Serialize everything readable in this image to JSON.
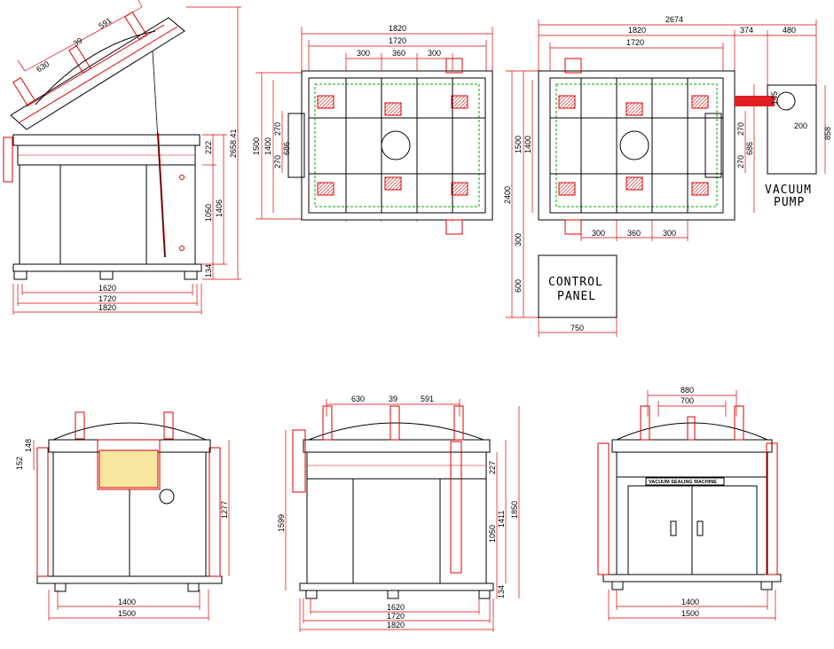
{
  "views": {
    "side": {
      "arc": [
        "630",
        "39",
        "591"
      ],
      "widths": [
        "1620",
        "1720",
        "1820"
      ],
      "heights": [
        "222",
        "1050",
        "1406",
        "2658.41",
        "134"
      ]
    },
    "top": {
      "widths": [
        "1820",
        "1720",
        "300",
        "360",
        "300"
      ],
      "heights": [
        "1500",
        "1400",
        "270",
        "686",
        "270"
      ]
    },
    "plan": {
      "top": [
        "2674",
        "1820",
        "374",
        "480",
        "1720"
      ],
      "bottom": [
        "300",
        "360",
        "300"
      ],
      "left": [
        "1500",
        "1400",
        "2400",
        "300",
        "600"
      ],
      "right": [
        "270",
        "686",
        "270",
        "858"
      ],
      "pump": [
        "145",
        "200"
      ],
      "vacuum_pump": [
        "VACUUM",
        "PUMP"
      ],
      "control_panel": [
        "CONTROL",
        "PANEL"
      ],
      "panel_width": "750"
    },
    "front_left": {
      "left": [
        "152",
        "148"
      ],
      "right": "1277",
      "widths": [
        "1400",
        "1500"
      ]
    },
    "front_mid": {
      "arc": [
        "630",
        "39",
        "591"
      ],
      "left": "1599",
      "right": [
        "227",
        "1050",
        "1411",
        "1850",
        "134"
      ],
      "widths": [
        "1620",
        "1720",
        "1820"
      ]
    },
    "front_right": {
      "top": [
        "880",
        "700"
      ],
      "plate": "VACUUM SEALING MACHINE",
      "widths": [
        "1400",
        "1500"
      ]
    }
  },
  "colors": {
    "frame": "#000000",
    "dimension": "#d00000",
    "hidden": "#00a000",
    "pipe": "#e02020"
  }
}
